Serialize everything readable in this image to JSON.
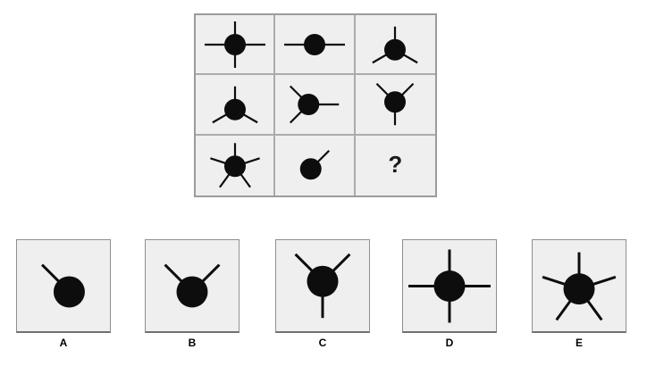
{
  "puzzle": {
    "grid": {
      "rows": 3,
      "cols": 3,
      "cells": [
        {
          "id": "r1c1",
          "type": "figure",
          "spokes": [
            0,
            90,
            180,
            270
          ]
        },
        {
          "id": "r1c2",
          "type": "figure",
          "spokes": [
            0,
            180
          ]
        },
        {
          "id": "r1c3",
          "type": "figure",
          "spokes": [
            90,
            210,
            330
          ]
        },
        {
          "id": "r2c1",
          "type": "figure",
          "spokes": [
            90,
            210,
            330
          ]
        },
        {
          "id": "r2c2",
          "type": "figure",
          "spokes": [
            0,
            135,
            225
          ]
        },
        {
          "id": "r2c3",
          "type": "figure",
          "spokes": [
            45,
            135,
            270
          ]
        },
        {
          "id": "r3c1",
          "type": "figure",
          "spokes": [
            18,
            90,
            162,
            234,
            306
          ]
        },
        {
          "id": "r3c2",
          "type": "figure",
          "spokes": [
            45
          ]
        },
        {
          "id": "r3c3",
          "type": "unknown",
          "label": "?"
        }
      ]
    },
    "options": [
      {
        "label": "A",
        "spokes": [
          135
        ]
      },
      {
        "label": "B",
        "spokes": [
          45,
          135
        ]
      },
      {
        "label": "C",
        "spokes": [
          45,
          135,
          270
        ]
      },
      {
        "label": "D",
        "spokes": [
          0,
          90,
          180,
          270
        ]
      },
      {
        "label": "E",
        "spokes": [
          18,
          90,
          162,
          234,
          306
        ]
      }
    ]
  },
  "colors": {
    "figure": "#0d0d0d",
    "cell_background": "#efefef",
    "grid_border": "#9b9b9b",
    "inner_border": "#ababab",
    "option_border": "#8f8f8f",
    "page_background": "#ffffff",
    "label_text": "#000000"
  }
}
